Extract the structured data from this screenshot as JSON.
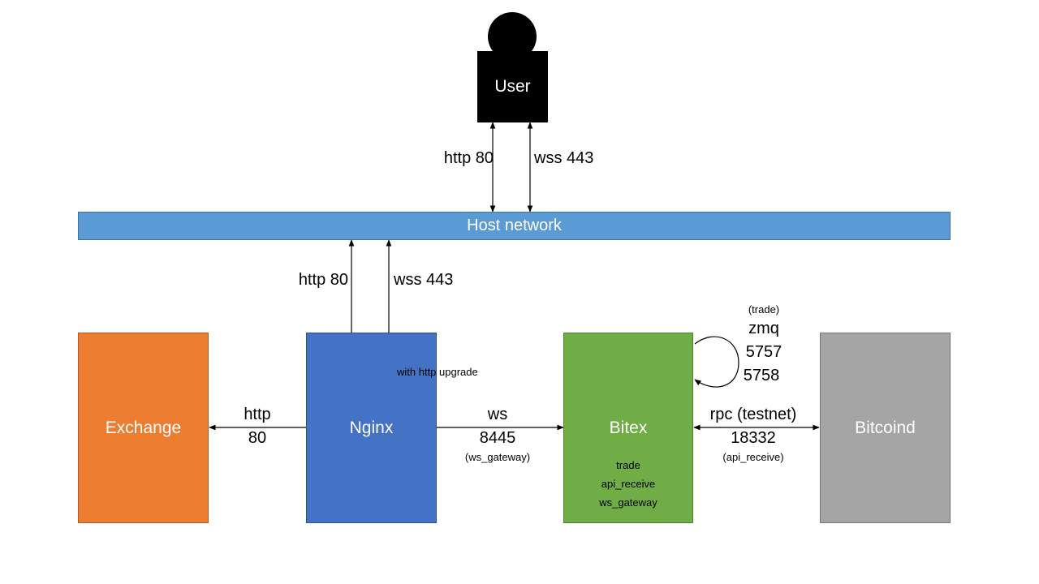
{
  "nodes": {
    "user": "User",
    "host_network": "Host network",
    "exchange": "Exchange",
    "nginx": "Nginx",
    "bitex": "Bitex",
    "bitcoind": "Bitcoind"
  },
  "bitex_services": [
    "trade",
    "api_receive",
    "ws_gateway"
  ],
  "edges": {
    "user_http": "http 80",
    "user_wss": "wss 443",
    "nginx_http": "http 80",
    "nginx_wss": "wss 443",
    "upgrade_note": "with http upgrade",
    "exchange_http_1": "http",
    "exchange_http_2": "80",
    "ws_1": "ws",
    "ws_2": "8445",
    "ws_note": "(ws_gateway)",
    "zmq_note": "(trade)",
    "zmq_1": "zmq",
    "zmq_2": "5757",
    "zmq_3": "5758",
    "rpc_1": "rpc (testnet)",
    "rpc_2": "18332",
    "rpc_note": "(api_receive)"
  },
  "colors": {
    "user": "#000000",
    "host_network": "#5b9bd5",
    "exchange": "#ed7d31",
    "nginx": "#4472c4",
    "bitex": "#70ad47",
    "bitcoind": "#a5a5a5"
  }
}
